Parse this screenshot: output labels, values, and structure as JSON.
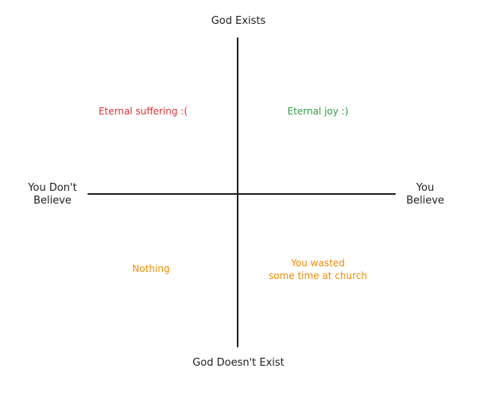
{
  "axes": {
    "top": "God Exists",
    "bottom": "God Doesn't Exist",
    "left": [
      "You Don't",
      "Believe"
    ],
    "right": [
      "You",
      "Believe"
    ]
  },
  "quadrants": {
    "top_left": {
      "text": "Eternal suffering :(",
      "color": "#e03131"
    },
    "top_right": {
      "text": "Eternal joy :)",
      "color": "#2f9e44"
    },
    "bottom_left": {
      "text": "Nothing",
      "color": "#f08c00"
    },
    "bottom_right": {
      "lines": [
        "You wasted",
        "some time at church"
      ],
      "color": "#f08c00"
    }
  },
  "colors": {
    "axis": "#1e1e1e",
    "background": "#ffffff"
  }
}
